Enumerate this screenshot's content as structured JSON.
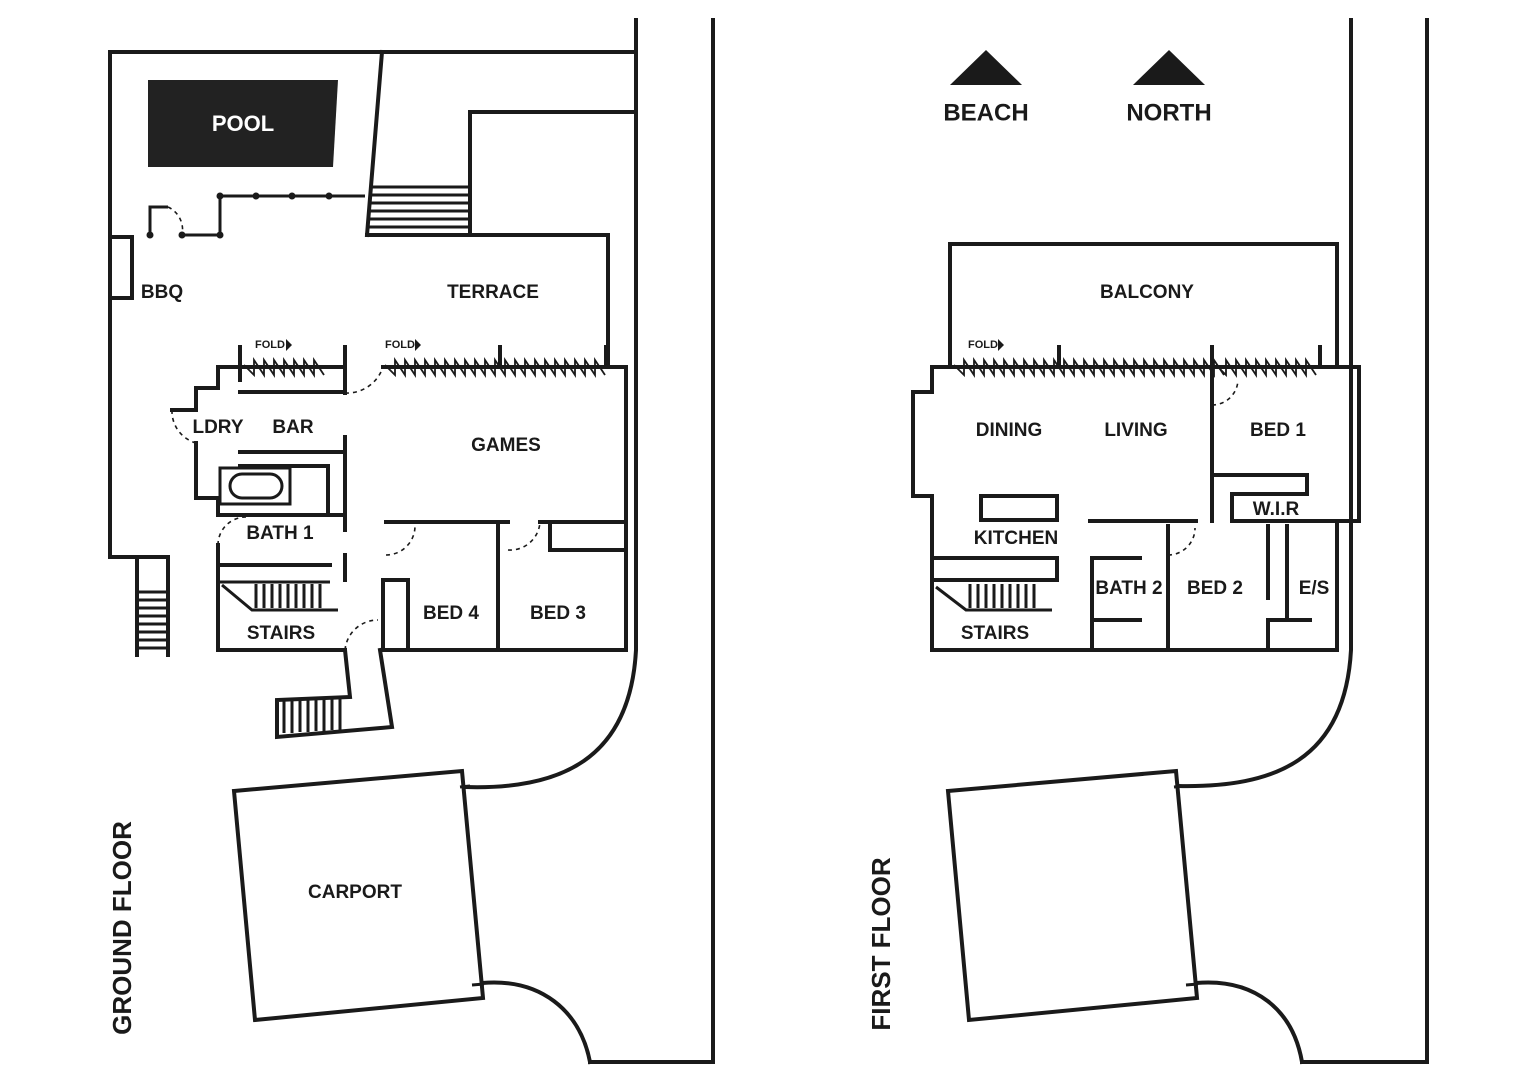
{
  "ground_floor": {
    "title": "GROUND FLOOR",
    "rooms": {
      "pool": "POOL",
      "bbq": "BBQ",
      "terrace": "TERRACE",
      "ldry": "LDRY",
      "bar": "BAR",
      "games": "GAMES",
      "bath1": "BATH 1",
      "stairs": "STAIRS",
      "bed4": "BED 4",
      "bed3": "BED 3",
      "carport": "CARPORT"
    },
    "fold_labels": [
      "FOLD",
      "FOLD"
    ]
  },
  "first_floor": {
    "title": "FIRST FLOOR",
    "markers": {
      "beach": "BEACH",
      "north": "NORTH"
    },
    "rooms": {
      "balcony": "BALCONY",
      "dining": "DINING",
      "living": "LIVING",
      "bed1": "BED 1",
      "kitchen": "KITCHEN",
      "wir": "W.I.R",
      "bath2": "BATH 2",
      "bed2": "BED 2",
      "es": "E/S",
      "stairs": "STAIRS"
    },
    "fold_label": "FOLD"
  },
  "colors": {
    "ink": "#1a1a1a",
    "pool_fill": "#222222",
    "background": "#ffffff"
  }
}
